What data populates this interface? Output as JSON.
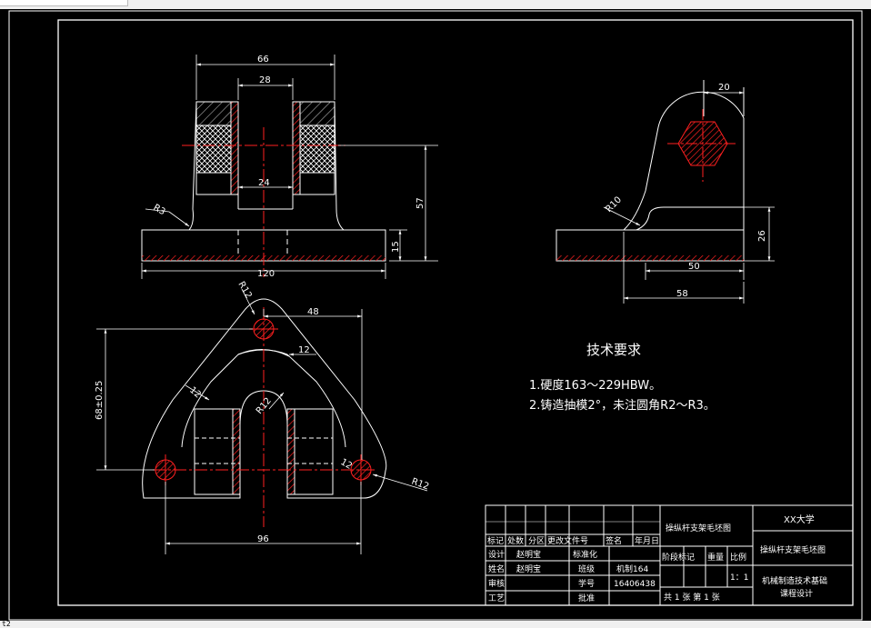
{
  "dims": {
    "top_66": "66",
    "top_28": "28",
    "top_24": "24",
    "top_57": "57",
    "top_15": "15",
    "top_120": "120",
    "top_r3": "R3",
    "side_20": "20",
    "side_r10": "R10",
    "side_26": "26",
    "side_50": "50",
    "side_58": "58",
    "plan_r12_top": "R12",
    "plan_48": "48",
    "plan_12_a": "12",
    "plan_12_b": "12",
    "plan_r12_mid": "R12",
    "plan_68": "68±0.25",
    "plan_12_c": "12",
    "plan_r12_right": "R12",
    "plan_96": "96"
  },
  "notes": {
    "title": "技术要求",
    "line1": "1.硬度163～229HBW。",
    "line2": "2.铸造抽模2°，未注圆角R2～R3。"
  },
  "titleblock": {
    "drawing_name": "操纵杆支架毛坯图",
    "university": "XX大学",
    "drawing_name_right": "操纵杆支架毛坯图",
    "course_line1": "机械制造技术基础",
    "course_line2": "课程设计",
    "hdr_mark": "标记",
    "hdr_count": "处数",
    "hdr_zone": "分区",
    "hdr_docno": "更改文件号",
    "hdr_sign": "签名",
    "hdr_date": "年月日",
    "lbl_design": "设计",
    "val_design": "赵明宝",
    "lbl_std": "标准化",
    "lbl_name": "姓名",
    "val_name": "赵明宝",
    "lbl_class": "班级",
    "val_class": "机制164",
    "lbl_check": "审核",
    "lbl_stuno": "学号",
    "val_stuno": "16406438",
    "lbl_craft": "工艺",
    "lbl_approve": "批准",
    "lbl_stage": "阶段标记",
    "lbl_weight": "重量",
    "lbl_scale": "比例",
    "val_scale": "1：1",
    "sheets": "共 1 张 第 1 张"
  },
  "statusbar": {
    "text": "t2"
  },
  "colors": {
    "line": "#ffffff",
    "center": "#ff2020",
    "hatch": "#ff2020",
    "bg": "#000000"
  }
}
